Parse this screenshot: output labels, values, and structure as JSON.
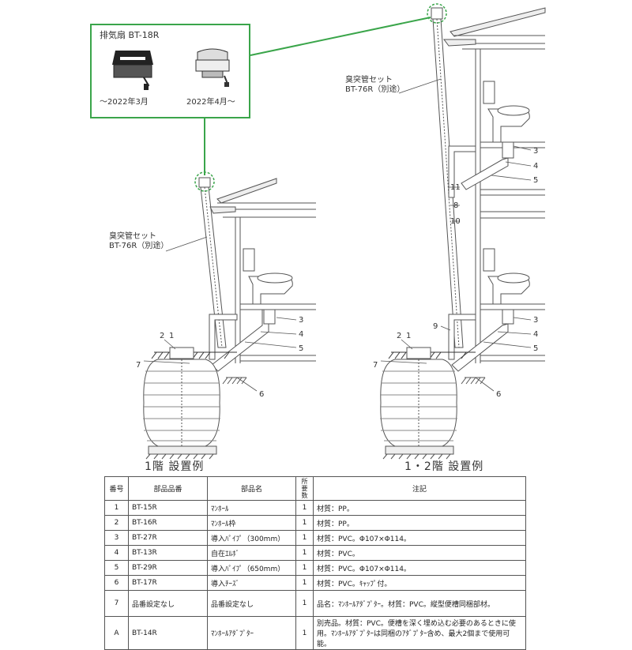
{
  "fan_callout": {
    "title": "排気扇 BT-18R",
    "old_model_date": "～2022年3月",
    "new_model_date": "2022年4月～"
  },
  "left_diagram": {
    "caption": "1階 設置例",
    "vent_label_line1": "臭突管セット",
    "vent_label_line2": "BT-76R（別途）",
    "callouts": [
      "2",
      "1",
      "7",
      "3",
      "4",
      "5",
      "6"
    ]
  },
  "right_diagram": {
    "caption": "1・2階 設置例",
    "vent_label_line1": "臭突管セット",
    "vent_label_line2": "BT-76R（別途）",
    "callouts": [
      "3",
      "4",
      "5",
      "11",
      "8",
      "10",
      "2",
      "1",
      "7",
      "9",
      "3",
      "4",
      "5",
      "6"
    ]
  },
  "parts_table": {
    "headers": [
      "番号",
      "部品品番",
      "部品名",
      "所要数",
      "注記"
    ],
    "rows": [
      [
        "1",
        "BT-15R",
        "ﾏﾝﾎｰﾙ",
        "1",
        "材質：PP。"
      ],
      [
        "2",
        "BT-16R",
        "ﾏﾝﾎｰﾙ枠",
        "1",
        "材質：PP。"
      ],
      [
        "3",
        "BT-27R",
        "導入ﾊﾟｲﾌﾟ（300mm）",
        "1",
        "材質：PVC。Φ107×Φ114。"
      ],
      [
        "4",
        "BT-13R",
        "自在ｴﾙﾎﾞ",
        "1",
        "材質：PVC。"
      ],
      [
        "5",
        "BT-29R",
        "導入ﾊﾟｲﾌﾟ（650mm）",
        "1",
        "材質：PVC。Φ107×Φ114。"
      ],
      [
        "6",
        "BT-17R",
        "導入ﾁｰｽﾞ",
        "1",
        "材質：PVC。ｷｬｯﾌﾟ付。"
      ],
      [
        "7",
        "品番設定なし",
        "品番設定なし",
        "1",
        "品名：ﾏﾝﾎｰﾙｱﾀﾞﾌﾟﾀｰ。材質：PVC。縦型便槽同梱部材。"
      ],
      [
        "A",
        "BT-14R",
        "ﾏﾝﾎｰﾙｱﾀﾞﾌﾟﾀｰ",
        "1",
        "別売品。材質：PVC。便槽を深く埋め込む必要のあるときに使用。ﾏﾝﾎｰﾙｱﾀﾞﾌﾟﾀｰは同梱のｱﾀﾞﾌﾟﾀｰ含め、最大2個まで使用可能。"
      ]
    ]
  },
  "colors": {
    "callout_green": "#3aa54a",
    "line": "#444444"
  }
}
